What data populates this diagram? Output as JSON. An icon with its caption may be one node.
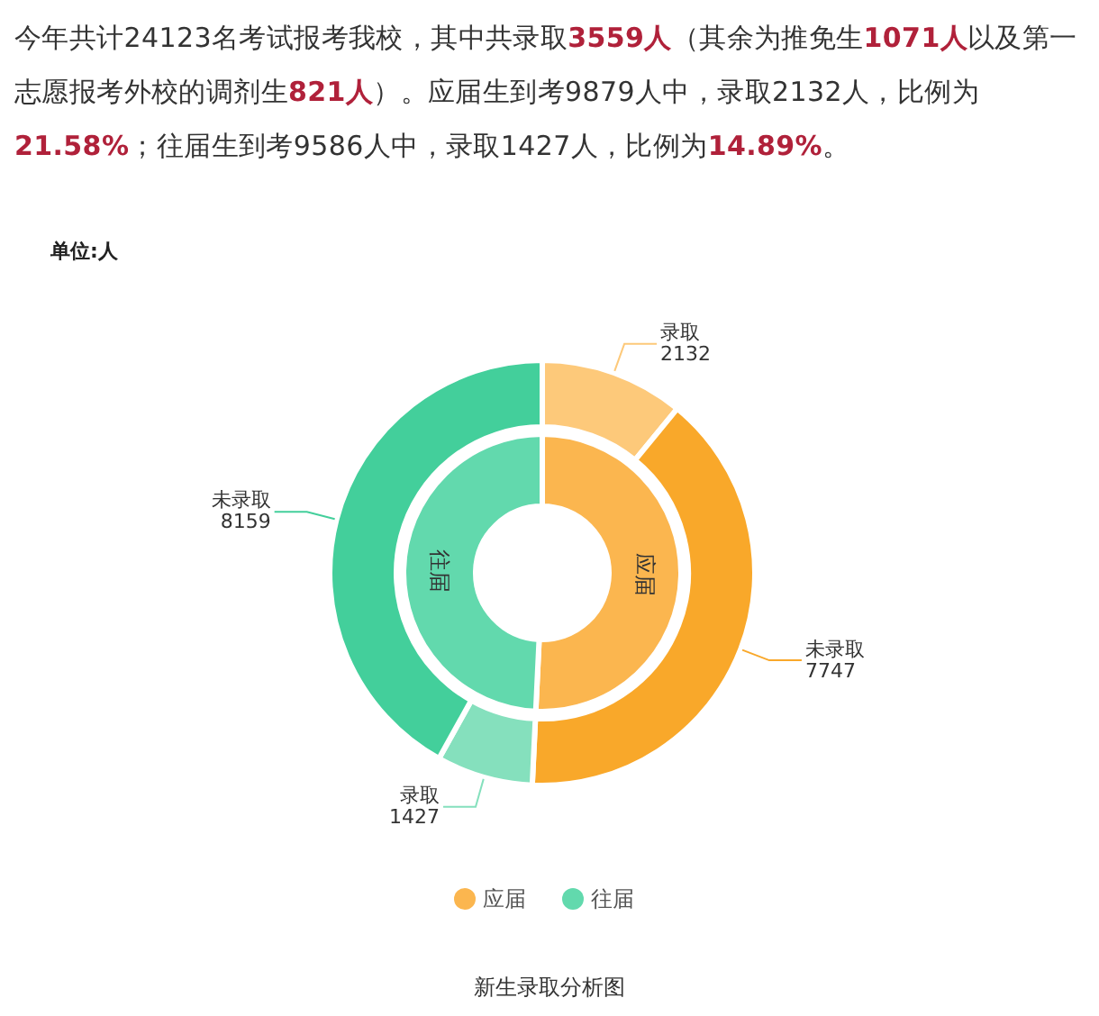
{
  "diagram": {
    "labels": [
      "今年共计24123名考试报考我校，其中共录取**3559人**（其余为推免生**1071人**以及第一志愿报考外校的调剂生**821人**）。应届生到考9879人中，录取2132人，比例为**21.58%**；往届生到考9586人中，录取1427人，比例为**14.89%**。",
      "单位:人"
    ],
    "legend": [
      {
        "text": "应届",
        "color": "#fbb64f"
      },
      {
        "text": "往届",
        "color": "#62d9ad"
      }
    ],
    "chart_data": {
      "type": "donut",
      "title": "新生录取分析图",
      "categories": [
        "录取",
        "未录取",
        "录取",
        "未录取"
      ],
      "series": [
        {
          "colors": [
            "#fdc97a",
            "#f9a82a",
            "#85e0bd",
            "#43cf9b"
          ],
          "values": [
            2132,
            7747,
            1427,
            8159
          ],
          "data_labels": true
        },
        {
          "colors": [
            "#fbb64f",
            null,
            "#62d9ad",
            null
          ],
          "values": [
            50.75,
            null,
            49.25,
            null
          ]
        }
      ],
      "annotations": [
        "应届",
        "往届"
      ]
    }
  }
}
